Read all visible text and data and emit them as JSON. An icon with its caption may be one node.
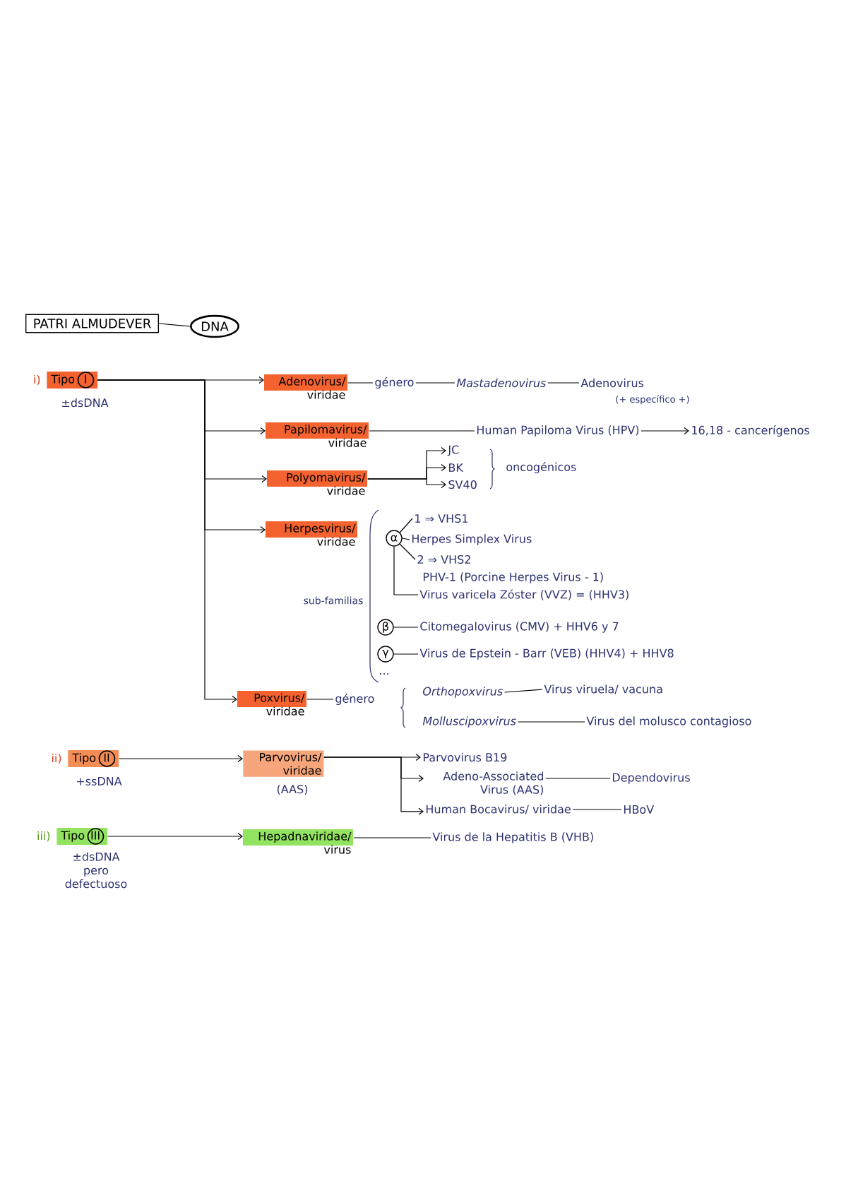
{
  "diagram": {
    "nodes": [
      {
        "text": [
          "PATRI ALMUDEVER"
        ]
      },
      {
        "text": [
          "DNA"
        ]
      },
      {
        "text": [
          "Tipo",
          "I"
        ],
        "beside": [
          "i)",
          "±dsDNA"
        ]
      },
      {
        "text": [
          "Adenovirus/ viridae"
        ]
      },
      {
        "text": [
          "género"
        ]
      },
      {
        "text": [
          "Mastadenovirus"
        ]
      },
      {
        "text": [
          "Adenovirus"
        ],
        "beside": [
          "(+ específico +)"
        ]
      },
      {
        "text": [
          "Papilomavirus/ viridae"
        ]
      },
      {
        "text": [
          "Human Papiloma Virus (HPV)"
        ]
      },
      {
        "text": [
          "16,18 - cancerígenos"
        ]
      },
      {
        "text": [
          "Polyomavirus/ viridae"
        ]
      },
      {
        "text": [
          "JC"
        ]
      },
      {
        "text": [
          "BK"
        ]
      },
      {
        "text": [
          "SV40"
        ]
      },
      {
        "text": [
          "Herpesvirus/ viridae"
        ]
      },
      {
        "text": [
          "α"
        ]
      },
      {
        "text": [
          "1 ⇒ VHS1"
        ]
      },
      {
        "text": [
          "Herpes Simplex Virus"
        ]
      },
      {
        "text": [
          "2 ⇒ VHS2"
        ]
      },
      {
        "text": [
          "Virus varicela Zóster (VVZ) = (HHV3)"
        ]
      },
      {
        "text": [
          "β"
        ]
      },
      {
        "text": [
          "Citomegalovirus (CMV) + HHV6 y 7"
        ]
      },
      {
        "text": [
          "γ"
        ]
      },
      {
        "text": [
          "Virus de Epstein - Barr (VEB) (HHV4) + HHV8"
        ]
      },
      {
        "text": [
          "Poxvirus/ viridae"
        ]
      },
      {
        "text": [
          "género"
        ]
      },
      {
        "text": [
          "Orthopoxvirus"
        ]
      },
      {
        "text": [
          "Virus viruela/ vacuna"
        ]
      },
      {
        "text": [
          "Molluscipoxvirus"
        ]
      },
      {
        "text": [
          "Virus del molusco contagioso"
        ]
      },
      {
        "text": [
          "Tipo",
          "II"
        ],
        "beside": [
          "ii)",
          "+ssDNA"
        ]
      },
      {
        "text": [
          "Parvovirus/ viridae"
        ],
        "beside": [
          "(AAS)"
        ]
      },
      {
        "text": [
          "Parvovirus B19"
        ]
      },
      {
        "text": [
          "Adeno-Associated Virus (AAS)"
        ]
      },
      {
        "text": [
          "Dependovirus"
        ]
      },
      {
        "text": [
          "Human Bocavirus/ viridae"
        ]
      },
      {
        "text": [
          "HBoV"
        ]
      },
      {
        "text": [
          "Tipo",
          "III"
        ],
        "beside": [
          "iii)",
          "±dsDNA pero defectuoso"
        ]
      },
      {
        "text": [
          "Hepadnaviridae/ virus"
        ]
      },
      {
        "text": [
          "Virus de la Hepatitis B (VHB)"
        ]
      }
    ],
    "edges": [
      {
        "from": 0,
        "to": 1,
        "arrow": "none"
      },
      {
        "from": 2,
        "to": 3,
        "arrow": "to"
      },
      {
        "from": 2,
        "to": 7,
        "arrow": "to"
      },
      {
        "from": 2,
        "to": 10,
        "arrow": "to"
      },
      {
        "from": 2,
        "to": 14,
        "arrow": "to"
      },
      {
        "from": 2,
        "to": 24,
        "arrow": "to"
      },
      {
        "from": 3,
        "to": 4,
        "arrow": "none"
      },
      {
        "from": 4,
        "to": 5,
        "arrow": "none"
      },
      {
        "from": 5,
        "to": 6,
        "arrow": "none"
      },
      {
        "from": 7,
        "to": 8,
        "arrow": "none"
      },
      {
        "from": 8,
        "to": 9,
        "arrow": "to"
      },
      {
        "from": 10,
        "to": 11,
        "arrow": "to"
      },
      {
        "from": 10,
        "to": 12,
        "arrow": "to"
      },
      {
        "from": 10,
        "to": 13,
        "arrow": "to"
      },
      {
        "from": 15,
        "to": 16,
        "arrow": "none"
      },
      {
        "from": 15,
        "to": 17,
        "arrow": "none"
      },
      {
        "from": 15,
        "to": 18,
        "arrow": "none"
      },
      {
        "from": 15,
        "to": 19,
        "arrow": "none"
      },
      {
        "from": 20,
        "to": 21,
        "arrow": "none"
      },
      {
        "from": 22,
        "to": 23,
        "arrow": "none"
      },
      {
        "from": 24,
        "to": 25,
        "arrow": "none"
      },
      {
        "from": 26,
        "to": 27,
        "arrow": "none"
      },
      {
        "from": 28,
        "to": 29,
        "arrow": "none"
      },
      {
        "from": 30,
        "to": 31,
        "arrow": "to"
      },
      {
        "from": 31,
        "to": 32,
        "arrow": "to"
      },
      {
        "from": 31,
        "to": 33,
        "arrow": "to"
      },
      {
        "from": 31,
        "to": 35,
        "arrow": "to"
      },
      {
        "from": 33,
        "to": 34,
        "arrow": "none"
      },
      {
        "from": 35,
        "to": 36,
        "arrow": "none"
      },
      {
        "from": 37,
        "to": 38,
        "arrow": "to"
      },
      {
        "from": 38,
        "to": 39,
        "arrow": "none"
      }
    ],
    "labels": [
      "oncogénicos",
      "PHV-1 (Porcine Herpes Virus - 1)",
      "sub-familias",
      "..."
    ]
  }
}
